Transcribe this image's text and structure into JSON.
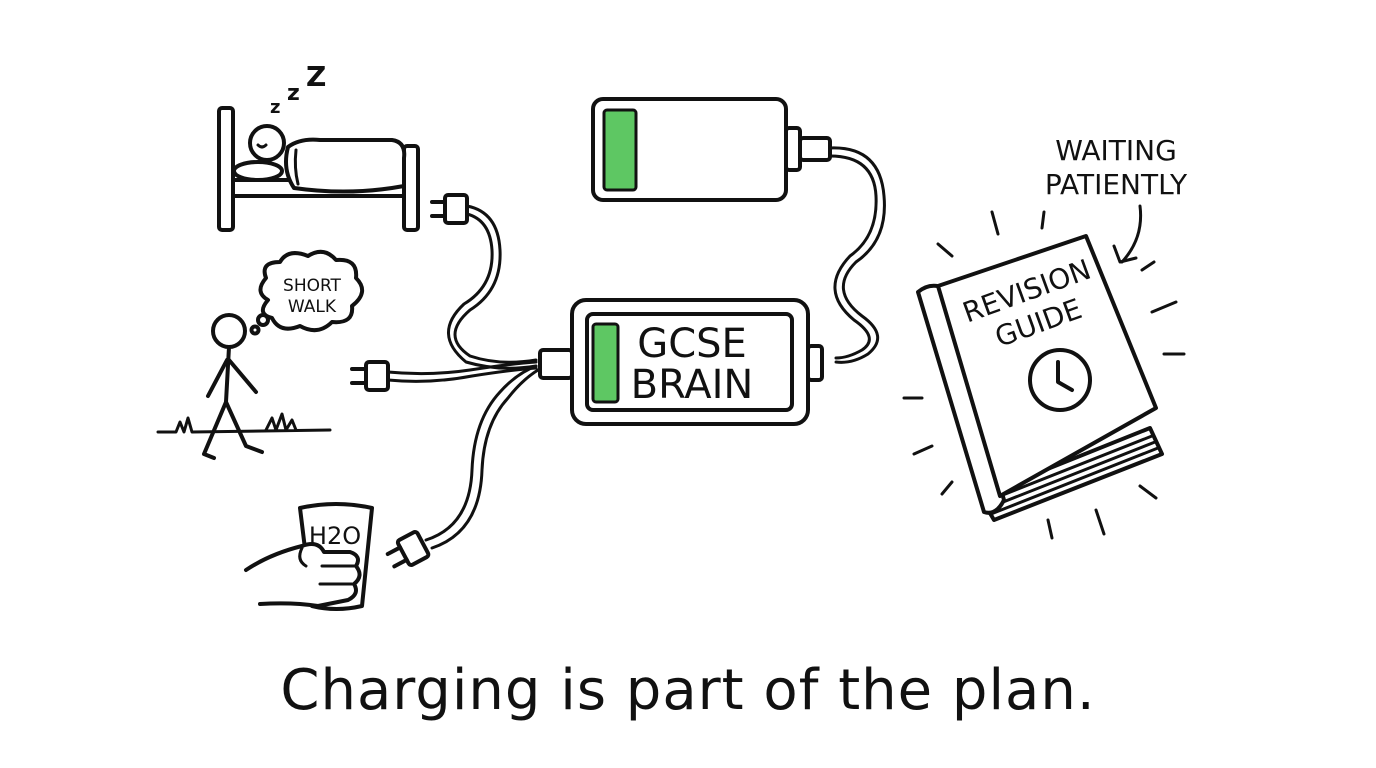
{
  "labels": {
    "sleep_z": "Z Z Z",
    "walk_thought": [
      "SHORT",
      "WALK"
    ],
    "water_cup": "H2O",
    "brain": [
      "GCSE",
      "BRAIN"
    ],
    "book": [
      "REVISION",
      "GUIDE"
    ],
    "waiting_note": [
      "WAITING",
      "PATIENTLY"
    ]
  },
  "caption": "Charging is part of the plan.",
  "colors": {
    "ink": "#111111",
    "charge_green": "#5ec763",
    "background": "#ffffff"
  },
  "icons": [
    "bed-icon",
    "walking-person-icon",
    "water-glass-icon",
    "battery-icon",
    "clock-icon",
    "book-icon",
    "plug-icon"
  ]
}
